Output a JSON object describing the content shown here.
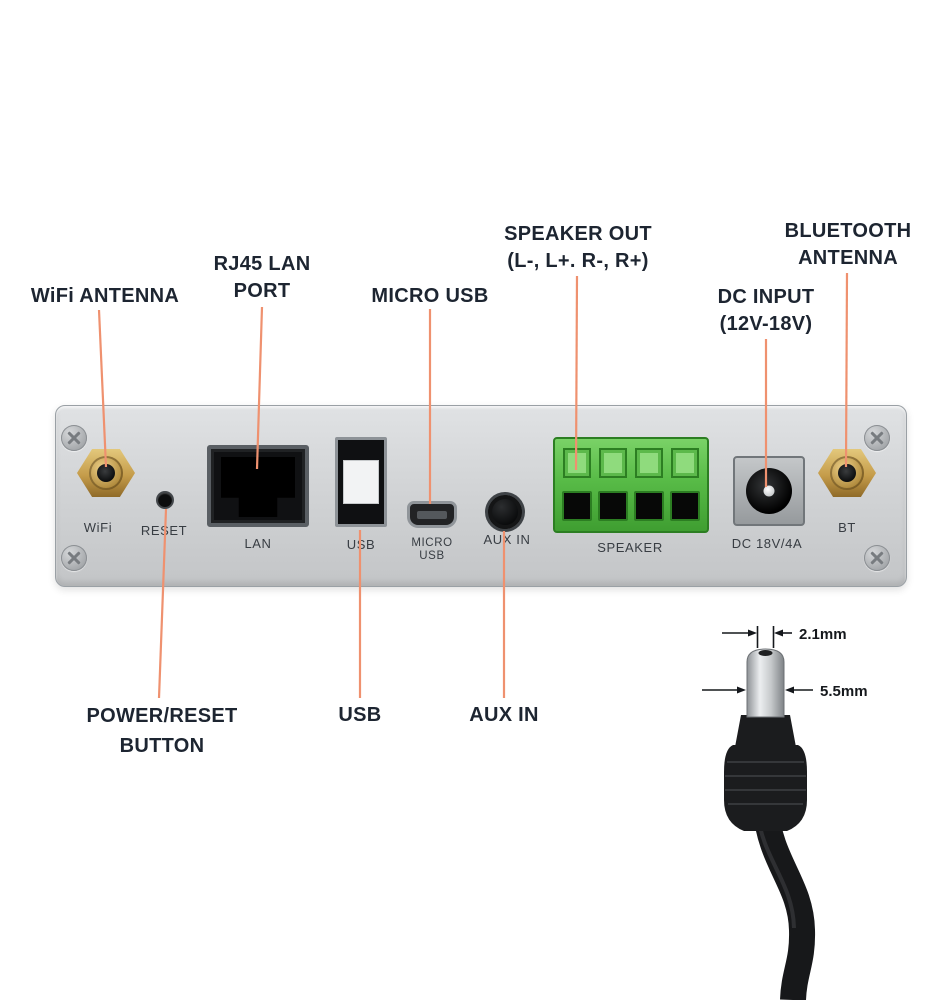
{
  "callouts": {
    "wifi_antenna": {
      "text": "WiFi ANTENNA"
    },
    "rj45_lan_port": {
      "line1": "RJ45 LAN",
      "line2": "PORT"
    },
    "micro_usb": {
      "text": "MICRO USB"
    },
    "speaker_out": {
      "line1": "SPEAKER OUT",
      "line2": "(L-, L+. R-, R+)"
    },
    "bluetooth_antenna": {
      "line1": "BLUETOOTH",
      "line2": "ANTENNA"
    },
    "dc_input": {
      "line1": "DC INPUT",
      "line2": "(12V-18V)"
    },
    "power_reset_button": {
      "line1": "POWER/RESET",
      "line2": "BUTTON"
    },
    "usb": {
      "text": "USB"
    },
    "aux_in": {
      "text": "AUX IN"
    }
  },
  "panel": {
    "ports": {
      "wifi": "WiFi",
      "reset": "RESET",
      "lan": "LAN",
      "usb": "USB",
      "micro_usb_line1": "MICRO",
      "micro_usb_line2": "USB",
      "aux_in": "AUX IN",
      "speaker": "SPEAKER",
      "dc": "DC 18V/4A",
      "bt": "BT"
    }
  },
  "plug": {
    "tip_diameter": "2.1mm",
    "barrel_diameter": "5.5mm"
  },
  "colors": {
    "background": "#ffffff",
    "leader_line": "#ef916f",
    "label_text": "#1d2531",
    "panel_face": "#d2d4d6",
    "panel_edge": "#9aa0a5",
    "speaker_green": "#58bb47",
    "antenna_gold": "#c59c4a",
    "plug_black": "#1b1c1e"
  }
}
